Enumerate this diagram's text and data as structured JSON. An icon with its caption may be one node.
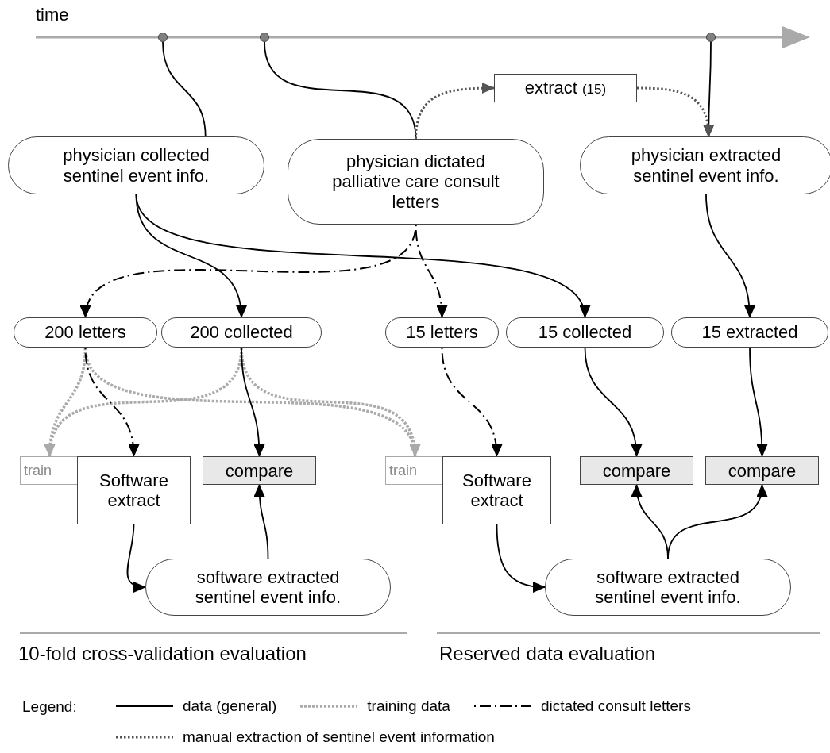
{
  "diagram": {
    "nodes": [
      {
        "text": [],
        "shape": "circle"
      },
      {
        "text": [],
        "shape": "circle"
      },
      {
        "text": [],
        "shape": "circle"
      },
      {
        "text": [
          "extract",
          "(15)"
        ]
      },
      {
        "text": [
          "physician collected sentinel event info."
        ]
      },
      {
        "text": [
          "physician dictated palliative care consult letters"
        ]
      },
      {
        "text": [
          "physician extracted sentinel event info."
        ]
      },
      {
        "text": [
          "200 letters"
        ]
      },
      {
        "text": [
          "200 collected"
        ]
      },
      {
        "text": [
          "15 letters"
        ]
      },
      {
        "text": [
          "15 collected"
        ]
      },
      {
        "text": [
          "15 extracted"
        ]
      },
      {
        "text": [
          "train"
        ]
      },
      {
        "text": [
          "Software extract"
        ]
      },
      {
        "text": [
          "compare"
        ]
      },
      {
        "text": [
          "train"
        ]
      },
      {
        "text": [
          "Software extract"
        ]
      },
      {
        "text": [
          "compare"
        ]
      },
      {
        "text": [
          "compare"
        ]
      },
      {
        "text": [
          "software extracted sentinel event info."
        ]
      },
      {
        "text": [
          "software extracted sentinel event info."
        ]
      }
    ],
    "edges": [
      {
        "from": 0,
        "to": 4,
        "arrow": "none"
      },
      {
        "from": 1,
        "to": 5,
        "arrow": "none"
      },
      {
        "from": 2,
        "to": 6,
        "arrow": "to"
      },
      {
        "from": 5,
        "to": 3,
        "arrow": "to",
        "style": "dashed",
        "color": "#555555"
      },
      {
        "from": 3,
        "to": 6,
        "arrow": "to",
        "style": "dashed",
        "color": "#555555"
      },
      {
        "from": 4,
        "to": 8,
        "arrow": "to"
      },
      {
        "from": 4,
        "to": 10,
        "arrow": "to"
      },
      {
        "from": 5,
        "to": 7,
        "arrow": "to",
        "style": "dashed"
      },
      {
        "from": 5,
        "to": 9,
        "arrow": "to",
        "style": "dashed"
      },
      {
        "from": 6,
        "to": 11,
        "arrow": "to"
      },
      {
        "from": 7,
        "to": 12,
        "arrow": "to",
        "style": "dashed",
        "color": "#aaaaaa"
      },
      {
        "from": 7,
        "to": 15,
        "arrow": "to",
        "style": "dashed",
        "color": "#aaaaaa"
      },
      {
        "from": 8,
        "to": 12,
        "arrow": "to",
        "style": "dashed",
        "color": "#aaaaaa"
      },
      {
        "from": 8,
        "to": 15,
        "arrow": "to",
        "style": "dashed",
        "color": "#aaaaaa"
      },
      {
        "from": 7,
        "to": 13,
        "arrow": "to",
        "style": "dashed"
      },
      {
        "from": 8,
        "to": 14,
        "arrow": "to"
      },
      {
        "from": 13,
        "to": 19,
        "arrow": "to"
      },
      {
        "from": 19,
        "to": 14,
        "arrow": "to"
      },
      {
        "from": 9,
        "to": 16,
        "arrow": "to",
        "style": "dashed"
      },
      {
        "from": 10,
        "to": 17,
        "arrow": "to"
      },
      {
        "from": 11,
        "to": 18,
        "arrow": "to"
      },
      {
        "from": 16,
        "to": 20,
        "arrow": "to"
      },
      {
        "from": 20,
        "to": 17,
        "arrow": "to"
      },
      {
        "from": 20,
        "to": 18,
        "arrow": "to"
      }
    ],
    "labels": [
      "time",
      "10-fold cross-validation evaluation",
      "Reserved data evaluation",
      "Legend:"
    ],
    "legend": [
      {
        "text": "data (general)"
      },
      {
        "text": "training data"
      },
      {
        "text": "dictated consult letters"
      },
      {
        "text": "manual extraction of sentinel event information"
      }
    ]
  }
}
